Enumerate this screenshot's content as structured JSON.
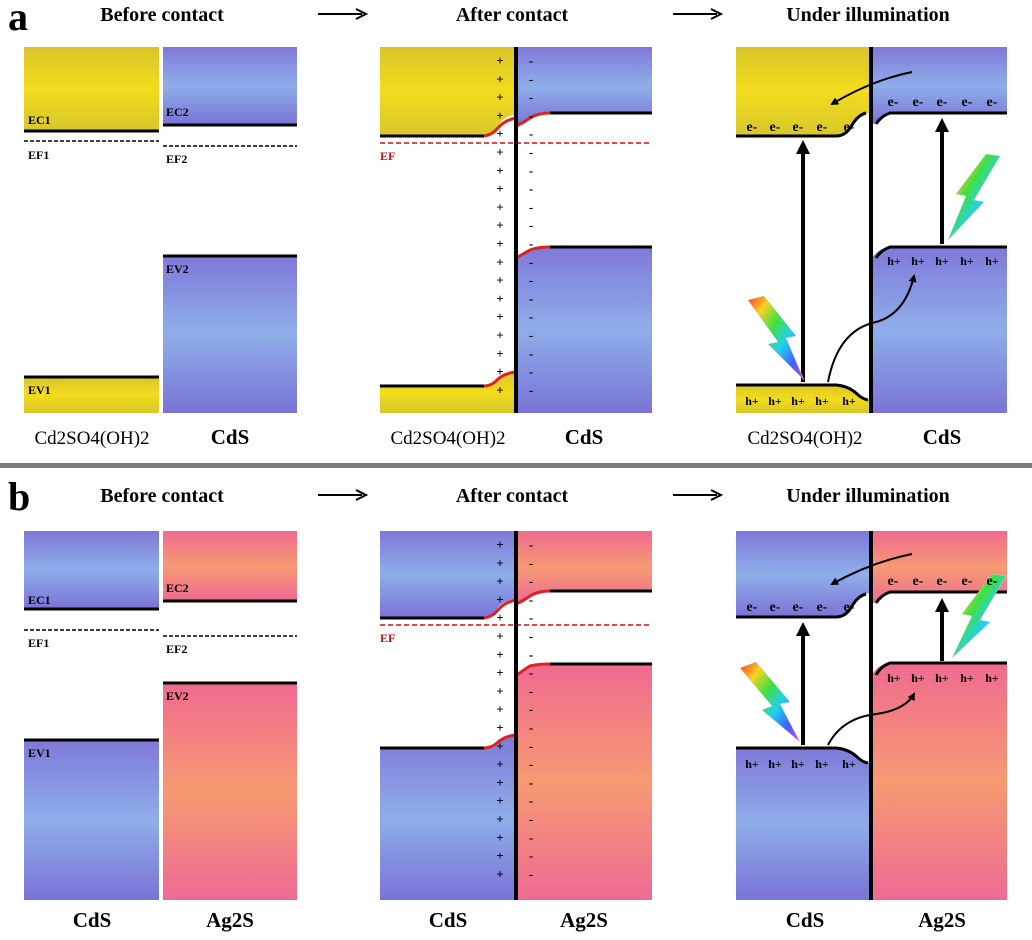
{
  "panels": {
    "a": {
      "letter": "a",
      "stage_titles": [
        "Before contact",
        "After contact",
        "Under illumination"
      ],
      "material_left": "Cd2SO4(OH)2",
      "material_right": "CdS",
      "labels": {
        "ec1": "EC1",
        "ef1": "EF1",
        "ev1": "EV1",
        "ec2": "EC2",
        "ef2": "EF2",
        "ev2": "EV2",
        "ef": "EF"
      },
      "left_color": "#e8d42a",
      "right_color": "#8a8be0"
    },
    "b": {
      "letter": "b",
      "stage_titles": [
        "Before contact",
        "After contact",
        "Under illumination"
      ],
      "material_left": "CdS",
      "material_right": "Ag2S",
      "labels": {
        "ec1": "EC1",
        "ef1": "EF1",
        "ev1": "EV1",
        "ec2": "EC2",
        "ef2": "EF2",
        "ev2": "EV2",
        "ef": "EF"
      },
      "left_color": "#8a8be0",
      "right_color": "#f07a8a"
    }
  },
  "symbols": {
    "electron": "e-",
    "hole": "h+",
    "plus": "+",
    "minus": "-"
  },
  "colors": {
    "fermi_red": "#cc1111",
    "separator_gray": "#7a7a7a",
    "band_line": "#000000"
  }
}
